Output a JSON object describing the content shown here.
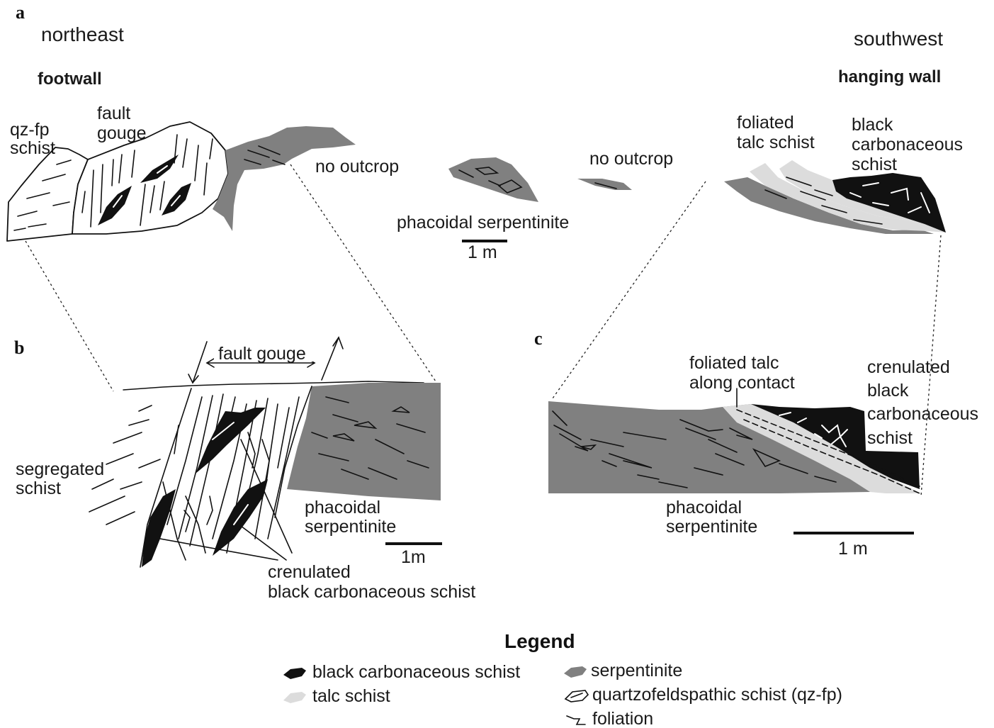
{
  "colors": {
    "black_schist": "#111111",
    "serpentinite": "#808080",
    "talc_schist": "#dcdcdc",
    "qz_fp": "#ffffff",
    "line": "#111111"
  },
  "panel_a": {
    "letter": "a",
    "direction_left": "northeast",
    "direction_right": "southwest",
    "footwall": "footwall",
    "hanging_wall": "hanging wall",
    "qzfp_1": "qz-fp",
    "qzfp_2": "schist",
    "gouge_1": "fault",
    "gouge_2": "gouge",
    "no_outcrop_1": "no outcrop",
    "no_outcrop_2": "no outcrop",
    "phacoidal": "phacoidal serpentinite",
    "scale": "1 m",
    "talc_1": "foliated",
    "talc_2": "talc schist",
    "black_1": "black",
    "black_2": "carbonaceous",
    "black_3": "schist"
  },
  "panel_b": {
    "letter": "b",
    "fault_gouge": "fault gouge",
    "segregated_1": "segregated",
    "segregated_2": "schist",
    "phacoidal_1": "phacoidal",
    "phacoidal_2": "serpentinite",
    "scale": "1m",
    "crenulated_1": "crenulated",
    "crenulated_2": "black carbonaceous schist"
  },
  "panel_c": {
    "letter": "c",
    "talc_1": "foliated talc",
    "talc_2": "along contact",
    "cren_1": "crenulated",
    "cren_2": "black",
    "cren_3": "carbonaceous",
    "cren_4": "schist",
    "phacoidal_1": "phacoidal",
    "phacoidal_2": "serpentinite",
    "scale": "1 m"
  },
  "legend": {
    "title": "Legend",
    "items": [
      {
        "label": "black carbonaceous schist",
        "icon": "black-schist-swatch"
      },
      {
        "label": "talc schist",
        "icon": "talc-schist-swatch"
      },
      {
        "label": "serpentinite",
        "icon": "serpentinite-swatch"
      },
      {
        "label": "quartzofeldspathic schist (qz-fp)",
        "icon": "qzfp-swatch"
      },
      {
        "label": "foliation",
        "icon": "foliation-symbol"
      }
    ]
  }
}
